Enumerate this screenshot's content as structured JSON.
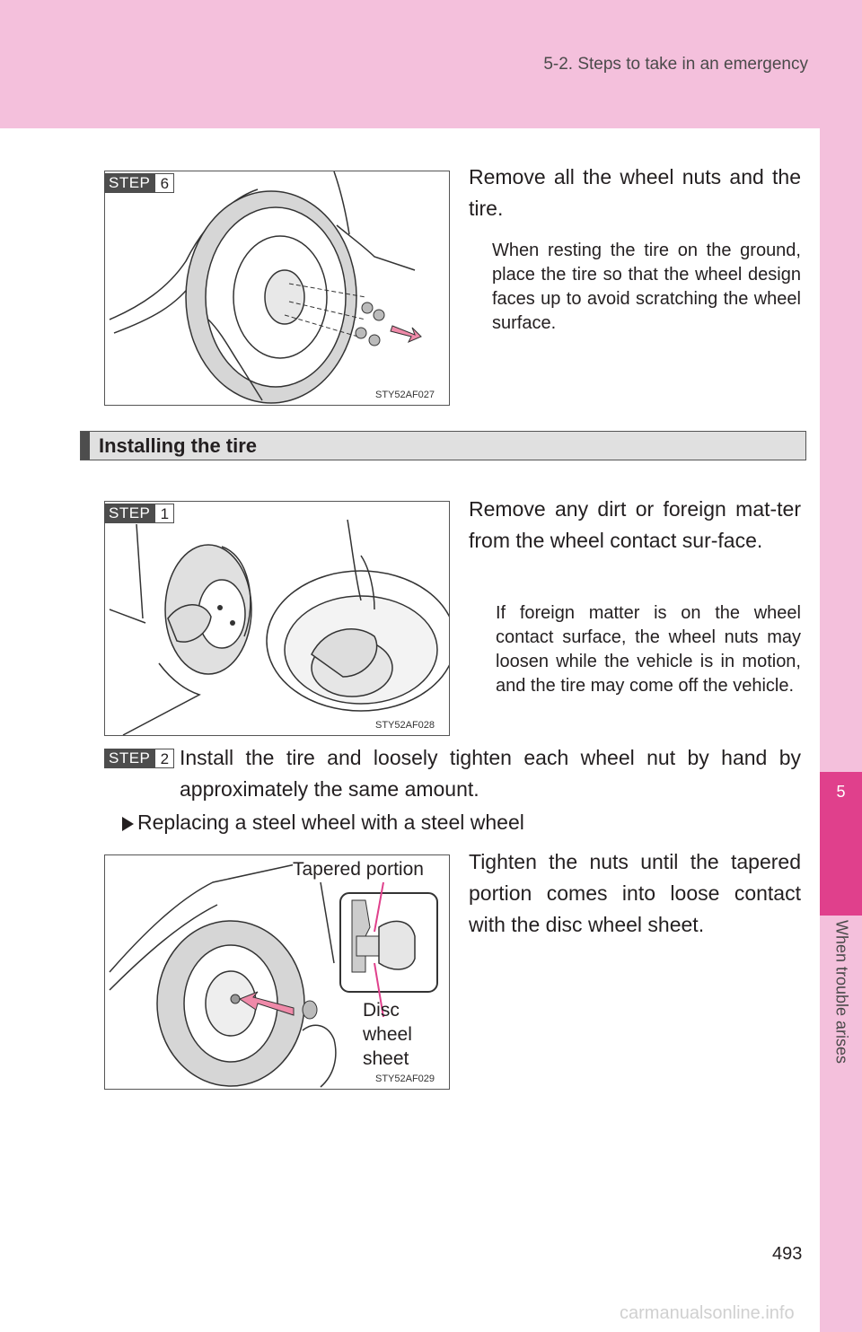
{
  "header": {
    "title": "5-2. Steps to take in an emergency"
  },
  "sidetab": {
    "chapter_number": "5",
    "chapter_label": "When trouble arises"
  },
  "step6": {
    "badge_label": "STEP",
    "badge_number": "6",
    "figure_code": "STY52AF027",
    "text": "Remove all the wheel nuts and the tire.",
    "note": "When resting the tire on the ground, place the tire so that the wheel design faces up to avoid scratching the wheel surface."
  },
  "section": {
    "title": "Installing the tire"
  },
  "step1": {
    "badge_label": "STEP",
    "badge_number": "1",
    "figure_code": "STY52AF028",
    "text": "Remove any dirt or foreign mat-ter from the wheel contact sur-face.",
    "note": "If foreign matter is on the wheel contact surface, the wheel nuts may loosen while the vehicle is in motion, and the tire may come off the vehicle."
  },
  "step2": {
    "badge_label": "STEP",
    "badge_number": "2",
    "text": "Install the tire and loosely tighten each wheel nut by hand by approximately the same amount."
  },
  "subsection": {
    "title": "Replacing a steel wheel with a steel wheel"
  },
  "step2_detail": {
    "figure_code": "STY52AF029",
    "text": "Tighten the nuts until the tapered portion comes into loose contact with the disc wheel sheet.",
    "callout_tapered": "Tapered portion",
    "callout_disc_1": "Disc",
    "callout_disc_2": "wheel",
    "callout_disc_3": "sheet"
  },
  "footer": {
    "page_number": "493",
    "watermark": "carmanualsonline.info"
  }
}
